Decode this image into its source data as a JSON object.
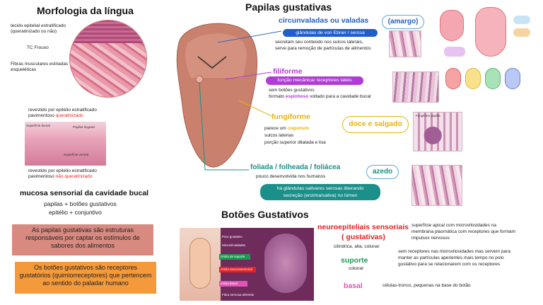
{
  "morph": {
    "title": "Morfologia da língua",
    "label_epithelium": "tecido epitelial estratificado (queratinizado ou não)",
    "label_tc": "TC Frouxo",
    "label_muscle": "Fibras musculares estriadas esqueléticas",
    "dorsal_1": "revestido por epitélio estratificado",
    "dorsal_2a": "pavimentoso ",
    "dorsal_2b": "queratinizado",
    "diagram_top": "Superfície dorsal",
    "diagram_papillae": "Papilas linguais",
    "diagram_ventral": "Superfície ventral",
    "ventral_1": "revestido por epitélio estratificado",
    "ventral_2a": "pavimentoso ",
    "ventral_2b": "não queratinizado",
    "mucosa_title": "mucosa sensorial da cavidade bucal",
    "mucosa_l1": "papilas + botões gustativos",
    "mucosa_l2": "epitélio + conjuntivo"
  },
  "boxes": {
    "papilas": "As papilas gustativas são estruturas responsáveis por captar os estímulos de sabores dos alimentos",
    "botoes": "Os botões gustativos são receptores gustatórios (quimiorreceptores) que pertencem ao sentido do paladar humano"
  },
  "papilas": {
    "title": "Papilas gustativas",
    "circ_title": "circunvaladas ou valadas",
    "circ_badge": "glândulas de von Ebner / serosa",
    "circ_l1": "secretam seu conteúdo nos sulcos laterais,",
    "circ_l2": "serve para remoção de partículas de alimentos",
    "circ_taste": "amargo",
    "fili_title": "filiforme",
    "fili_badge": "função mecânica/ receptores tateis",
    "fili_l1": "sem botões gustativos",
    "fili_l2a": "formato ",
    "fili_l2b": "espinhoso",
    "fili_l2c": " voltado para a cavidade bucal",
    "fungi_title": "fungiforme",
    "fungi_l1a": "parece um ",
    "fungi_l1b": "cogumelo",
    "fungi_l2": "sulcos laterias",
    "fungi_l3": "porção superior dilatada e lisa",
    "fungi_taste": "doce e salgado",
    "foli_title": "foliada /  folheada / foliácea",
    "foli_l1": "pouco desenvolvida nos humanos",
    "foli_taste": "azedo",
    "foli_badge_1": "há glândulas salivares serosas  liberando",
    "foli_badge_2": "secreção (enzima/saliva) no lúmen",
    "micro_fungi": "Fungiform papilla"
  },
  "botoes": {
    "title": "Botões Gustativos",
    "diag_pore": "Poro gustativo",
    "diag_micro": "Microvilosidades",
    "diag_suporte": "célula de suporte",
    "diag_neuro": "célula neurossensorial",
    "diag_basal": "célula basal",
    "diag_nerve": "Fibra nervosa aferente",
    "neuro_title": "neuroepiteliais sensoriais",
    "neuro_sub": "( gustativas)",
    "neuro_shape": "cilíndrica, alta, colunar",
    "neuro_d1": "superfície apical com microvilosidades na",
    "neuro_d2": "membrana plasmática com receptores que formam",
    "neuro_d3": "impulsos nervosos",
    "sup_title": "suporte",
    "sup_shape": "colunar",
    "sup_d1": "sem receptores nas microvilosidades mas servem para",
    "sup_d2": "manter as partículas aperientes mais tempo no polo",
    "sup_d3": "gustativo para se relacionarem com os receptores",
    "basal_title": "basal",
    "basal_d": "células-tronco, pequenas na base do botão"
  },
  "colors": {
    "red": "#e8201f",
    "purple": "#b23bd6",
    "yellow": "#e9b20d",
    "teal": "#1b8f8a",
    "green": "#1a9a52",
    "pink": "#e055b6",
    "blue": "#1f5fc6",
    "salmon": "#d98a80",
    "orange": "#f49a3b"
  }
}
